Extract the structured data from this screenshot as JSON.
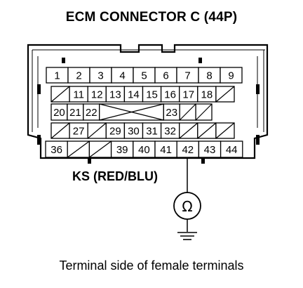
{
  "title": "ECM CONNECTOR C (44P)",
  "caption": "Terminal side of female terminals",
  "wire_label": "KS (RED/BLU)",
  "meter_symbol": "Ω",
  "meter_icon": "ohmmeter-icon",
  "ground_icon": "ground-icon",
  "connector": {
    "rows": [
      [
        {
          "label": "1"
        },
        {
          "label": "2"
        },
        {
          "label": "3"
        },
        {
          "label": "4"
        },
        {
          "label": "5"
        },
        {
          "label": "6"
        },
        {
          "label": "7"
        },
        {
          "label": "8"
        },
        {
          "label": "9"
        }
      ],
      [
        {
          "empty": true
        },
        {
          "label": "11"
        },
        {
          "label": "12"
        },
        {
          "label": "13"
        },
        {
          "label": "14"
        },
        {
          "label": "15"
        },
        {
          "label": "16"
        },
        {
          "label": "17"
        },
        {
          "label": "18"
        },
        {
          "empty": true
        }
      ],
      [
        {
          "label": "20"
        },
        {
          "label": "21"
        },
        {
          "label": "22"
        },
        {
          "void": true,
          "span": 4
        },
        {
          "label": "23"
        },
        {
          "empty": true
        },
        {
          "empty": true
        }
      ],
      [
        {
          "empty": true
        },
        {
          "label": "27"
        },
        {
          "empty": true
        },
        {
          "label": "29"
        },
        {
          "label": "30"
        },
        {
          "label": "31"
        },
        {
          "label": "32"
        },
        {
          "empty": true
        },
        {
          "empty": true
        },
        {
          "empty": true
        }
      ],
      [
        {
          "label": "36"
        },
        {
          "empty": true
        },
        {
          "empty": true
        },
        {
          "label": "39"
        },
        {
          "label": "40"
        },
        {
          "label": "41"
        },
        {
          "label": "42",
          "probe": true
        },
        {
          "label": "43"
        },
        {
          "label": "44"
        }
      ]
    ]
  }
}
